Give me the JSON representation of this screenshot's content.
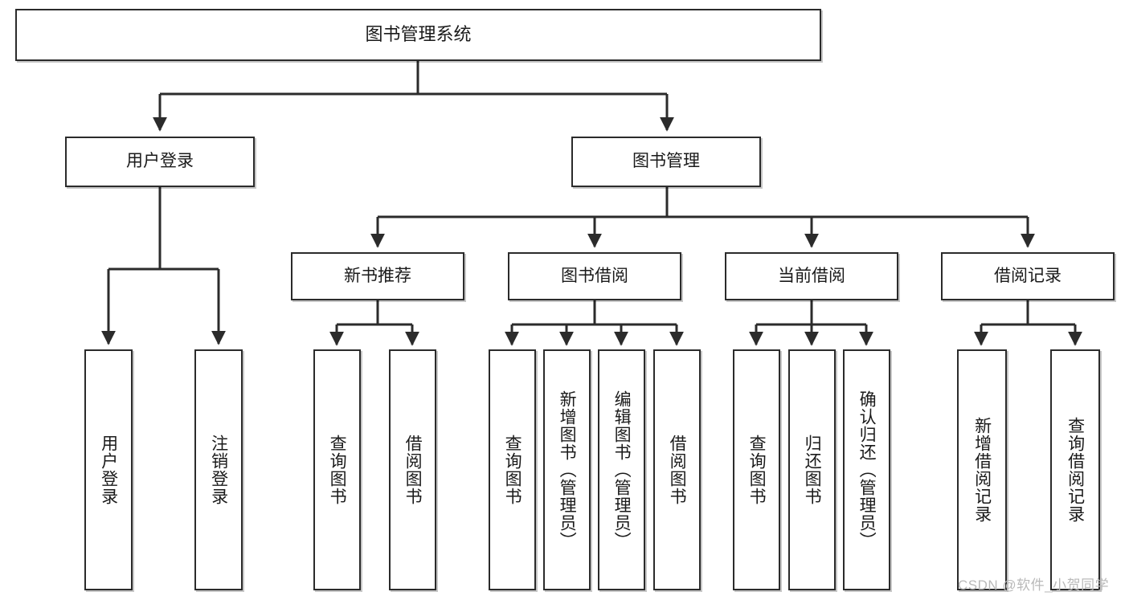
{
  "diagram": {
    "type": "tree-hierarchy",
    "title": "图书管理系统",
    "watermark": "CSDN @软件_小贺同学",
    "colors": {
      "background": "#ffffff",
      "node_border": "#2b2b2b",
      "node_fill": "#ffffff",
      "edge": "#2b2b2b",
      "text": "#1a1a1a",
      "watermark": "#b9b9b9"
    },
    "nodes": {
      "root": {
        "label": "图书管理系统",
        "orientation": "horizontal"
      },
      "level2": [
        {
          "id": "user-login",
          "label": "用户登录",
          "orientation": "horizontal"
        },
        {
          "id": "book-manage",
          "label": "图书管理",
          "orientation": "horizontal"
        }
      ],
      "level3": [
        {
          "id": "new-book-recommend",
          "label": "新书推荐",
          "orientation": "horizontal"
        },
        {
          "id": "book-borrow",
          "label": "图书借阅",
          "orientation": "horizontal"
        },
        {
          "id": "current-borrow",
          "label": "当前借阅",
          "orientation": "horizontal"
        },
        {
          "id": "borrow-record",
          "label": "借阅记录",
          "orientation": "horizontal"
        }
      ],
      "leaves": [
        {
          "id": "leaf-user-login",
          "label": "用户登录",
          "parent": "user-login",
          "orientation": "vertical"
        },
        {
          "id": "leaf-user-logout",
          "label": "注销登录",
          "parent": "user-login",
          "orientation": "vertical"
        },
        {
          "id": "leaf-query-book-1",
          "label": "查询图书",
          "parent": "new-book-recommend",
          "orientation": "vertical"
        },
        {
          "id": "leaf-borrow-book-1",
          "label": "借阅图书",
          "parent": "new-book-recommend",
          "orientation": "vertical"
        },
        {
          "id": "leaf-query-book-2",
          "label": "查询图书",
          "parent": "book-borrow",
          "orientation": "vertical"
        },
        {
          "id": "leaf-add-book",
          "label": "新增图书（管理员）",
          "parent": "book-borrow",
          "orientation": "vertical"
        },
        {
          "id": "leaf-edit-book",
          "label": "编辑图书（管理员）",
          "parent": "book-borrow",
          "orientation": "vertical"
        },
        {
          "id": "leaf-borrow-book-2",
          "label": "借阅图书",
          "parent": "book-borrow",
          "orientation": "vertical"
        },
        {
          "id": "leaf-query-book-3",
          "label": "查询图书",
          "parent": "current-borrow",
          "orientation": "vertical"
        },
        {
          "id": "leaf-return-book",
          "label": "归还图书",
          "parent": "current-borrow",
          "orientation": "vertical"
        },
        {
          "id": "leaf-confirm-return",
          "label": "确认归还（管理员）",
          "parent": "current-borrow",
          "orientation": "vertical"
        },
        {
          "id": "leaf-add-record",
          "label": "新增借阅记录",
          "parent": "borrow-record",
          "orientation": "vertical"
        },
        {
          "id": "leaf-query-record",
          "label": "查询借阅记录",
          "parent": "borrow-record",
          "orientation": "vertical"
        }
      ]
    }
  }
}
